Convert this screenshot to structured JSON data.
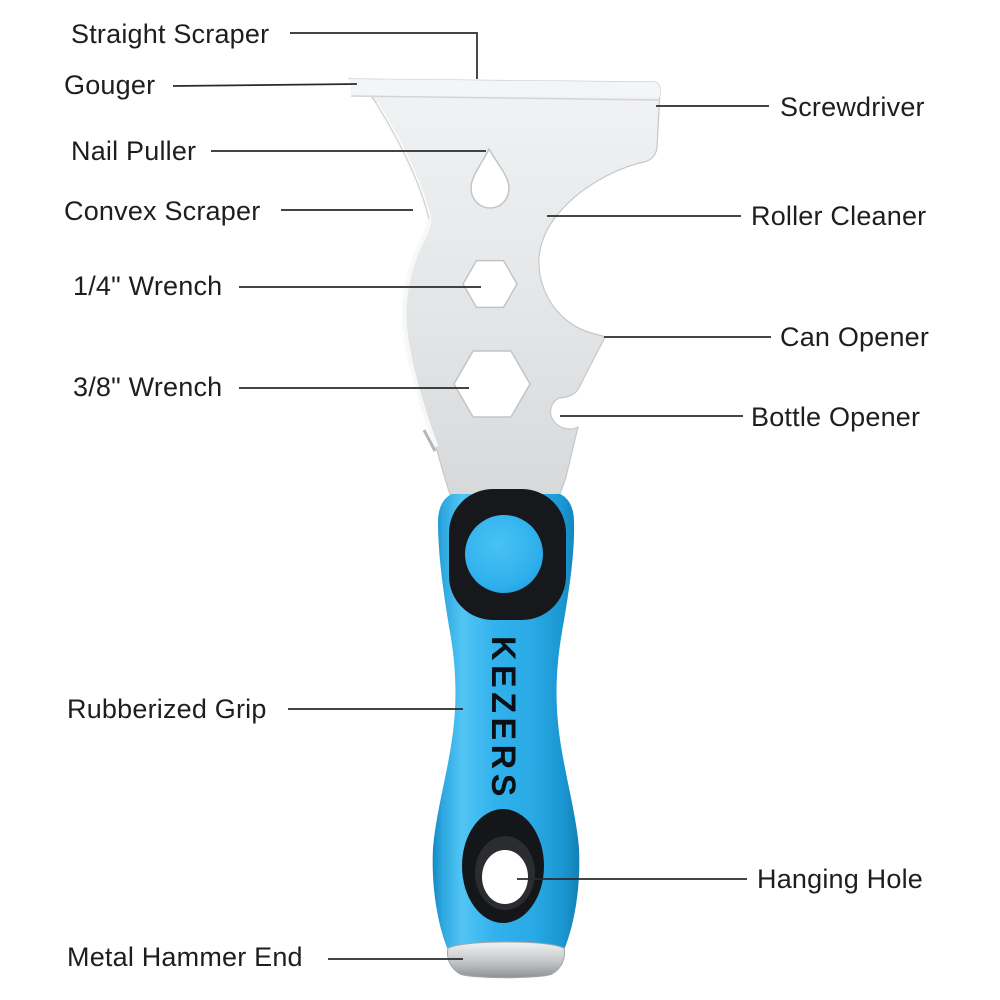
{
  "product": {
    "brand": "KEZERS"
  },
  "annotations": {
    "left": [
      {
        "text": "Straight Scraper"
      },
      {
        "text": "Gouger"
      },
      {
        "text": "Nail Puller"
      },
      {
        "text": "Convex Scraper"
      },
      {
        "text": "1/4\" Wrench"
      },
      {
        "text": "3/8\" Wrench"
      },
      {
        "text": "Rubberized Grip"
      },
      {
        "text": "Metal Hammer End"
      }
    ],
    "right": [
      {
        "text": "Screwdriver"
      },
      {
        "text": "Roller Cleaner"
      },
      {
        "text": "Can Opener"
      },
      {
        "text": "Bottle Opener"
      },
      {
        "text": "Hanging Hole"
      }
    ]
  },
  "colors": {
    "background": "#FFFFFF",
    "label_text": "#1E1E1E",
    "leader_line": "#2A2A2A",
    "steel_light": "#F1F2F3",
    "steel_dark": "#D8DADC",
    "handle_blue": "#2BACE6",
    "handle_black": "#17181C",
    "hammer_silver": "#B9BCBF"
  }
}
